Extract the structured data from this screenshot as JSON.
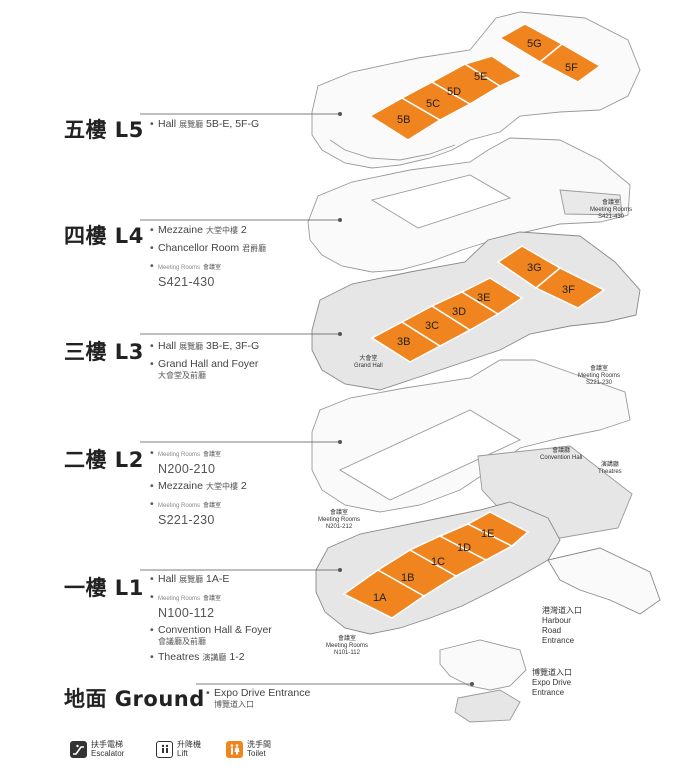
{
  "floors": [
    {
      "id": "L5",
      "title": "五樓 L5",
      "items": [
        {
          "text": "Hall",
          "zh": "展覽廳",
          "detail": "5B-E, 5F-G"
        }
      ]
    },
    {
      "id": "L4",
      "title": "四樓 L4",
      "items": [
        {
          "text": "Mezzaine",
          "zh": "大堂中樓",
          "detail": "2"
        },
        {
          "text": "Chancellor Room",
          "zh": "君爵廳"
        },
        {
          "small": "Meeting Rooms",
          "zh": "會議室",
          "big": "S421-430"
        }
      ]
    },
    {
      "id": "L3",
      "title": "三樓 L3",
      "items": [
        {
          "text": "Hall",
          "zh": "展覽廳",
          "detail": "3B-E, 3F-G"
        },
        {
          "text": "Grand Hall and Foyer",
          "zh2": "大會堂及前廳"
        }
      ]
    },
    {
      "id": "L2",
      "title": "二樓 L2",
      "items": [
        {
          "small": "Meeting Rooms",
          "zh": "會議室",
          "big": "N200-210"
        },
        {
          "text": "Mezzaine",
          "zh": "大堂中樓",
          "detail": "2"
        },
        {
          "small": "Meeting Rooms",
          "zh": "會議室",
          "big": "S221-230"
        }
      ]
    },
    {
      "id": "L1",
      "title": "一樓 L1",
      "items": [
        {
          "text": "Hall",
          "zh": "展覽廳",
          "detail": "1A-E"
        },
        {
          "small": "Meeting Rooms",
          "zh": "會議室",
          "big": "N100-112"
        },
        {
          "text": "Convention Hall & Foyer",
          "zh2": "會議廳及前廳"
        },
        {
          "text": "Theatres",
          "zh": "演講廳",
          "detail": "1-2"
        }
      ]
    },
    {
      "id": "G",
      "title": "地面 Ground",
      "items": [
        {
          "text": "Expo Drive Entrance",
          "zh2": "博覽道入口"
        }
      ]
    }
  ],
  "halls": {
    "l5": [
      "5B",
      "5C",
      "5D",
      "5E",
      "5G",
      "5F"
    ],
    "l3": [
      "3B",
      "3C",
      "3D",
      "3E",
      "3G",
      "3F"
    ],
    "l1": [
      "1A",
      "1B",
      "1C",
      "1D",
      "1E"
    ]
  },
  "map_labels": {
    "l4_meeting": {
      "zh": "會議室",
      "en": "Meeting Rooms",
      "code": "S421-430"
    },
    "l3_grand": {
      "zh": "大會堂",
      "en": "Grand Hall"
    },
    "l3_meeting": {
      "zh": "會議室",
      "en": "Meeting Rooms",
      "code": "S221-230"
    },
    "l2_meeting": {
      "zh": "會議室",
      "en": "Meeting Rooms",
      "code": "N201-212"
    },
    "l2_conv": {
      "zh": "會議廳",
      "en": "Convention Hall"
    },
    "l2_theatre": {
      "zh": "演講廳",
      "en": "Theatres"
    },
    "l1_meeting": {
      "zh": "會議室",
      "en": "Meeting Rooms",
      "code": "N101-112"
    },
    "harbour": {
      "zh": "港灣道入口",
      "en1": "Harbour",
      "en2": "Road",
      "en3": "Entrance"
    },
    "expo": {
      "zh": "博覽道入口",
      "en1": "Expo Drive",
      "en2": "Entrance"
    }
  },
  "legend": [
    {
      "icon": "escalator-icon",
      "zh": "扶手電梯",
      "en": "Escalator"
    },
    {
      "icon": "lift-icon",
      "zh": "升降機",
      "en": "Lift"
    },
    {
      "icon": "toilet-icon",
      "zh": "洗手間",
      "en": "Toilet"
    }
  ],
  "colors": {
    "hall": "#F0841E",
    "outline": "#9a9a9a",
    "floor_fill": "#fafafa",
    "shaded_fill": "#e6e6e6",
    "leader": "#555555"
  }
}
